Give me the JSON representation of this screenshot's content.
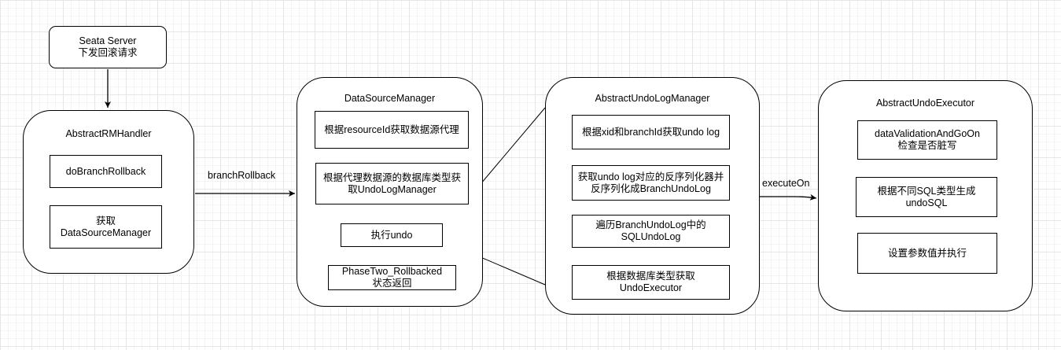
{
  "nodes": {
    "seata_server": "Seata Server\n下发回滚请求",
    "rm_handler": {
      "title": "AbstractRMHandler",
      "do_branch_rollback": "doBranchRollback",
      "get_dsm": "获取\nDataSourceManager"
    },
    "dsm": {
      "title": "DataSourceManager",
      "get_proxy": "根据resourceId获取数据源代理",
      "get_undo_manager": "根据代理数据源的数据库类型获\n取UndoLogManager",
      "exec_undo": "执行undo",
      "return_status": "PhaseTwo_Rollbacked\n状态返回"
    },
    "undo_log_manager": {
      "title": "AbstractUndoLogManager",
      "get_undo_log": "根据xid和branchId获取undo log",
      "deserialize": "获取undo log对应的反序列化器并\n反序列化成BranchUndoLog",
      "iterate": "遍历BranchUndoLog中的\nSQLUndoLog",
      "get_executor": "根据数据库类型获取\nUndoExecutor"
    },
    "undo_executor": {
      "title": "AbstractUndoExecutor",
      "validate": "dataValidationAndGoOn\n检查是否脏写",
      "gen_sql": "根据不同SQL类型生成\nundoSQL",
      "set_params": "设置参数值并执行"
    }
  },
  "edges": {
    "branch_rollback": "branchRollback",
    "execute_on": "executeOn"
  },
  "colors": {
    "stroke": "#000000",
    "fill": "#ffffff",
    "grid": "#e6e6e6"
  }
}
